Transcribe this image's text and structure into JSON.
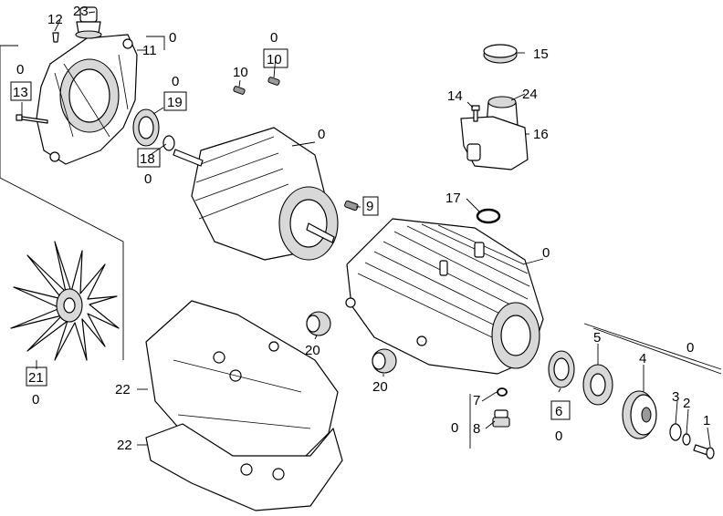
{
  "callouts": {
    "c1": "1",
    "c2": "2",
    "c3": "3",
    "c4": "4",
    "c5": "5",
    "c6": "6",
    "c7": "7",
    "c8": "8",
    "c9": "9",
    "c10a": "10",
    "c10b": "10",
    "c11": "11",
    "c12": "12",
    "c13": "13",
    "c14": "14",
    "c15": "15",
    "c16": "16",
    "c17": "17",
    "c18": "18",
    "c19": "19",
    "c20a": "20",
    "c20b": "20",
    "c21": "21",
    "c22a": "22",
    "c22b": "22",
    "c23": "23",
    "c24": "24",
    "z_motor": "0",
    "z_11": "0",
    "z_10": "0",
    "z_13": "0",
    "z_19": "0",
    "z_18": "0",
    "z_21": "0",
    "z_housing": "0",
    "z_kit": "0",
    "z_6": "0",
    "z_78": "0"
  }
}
